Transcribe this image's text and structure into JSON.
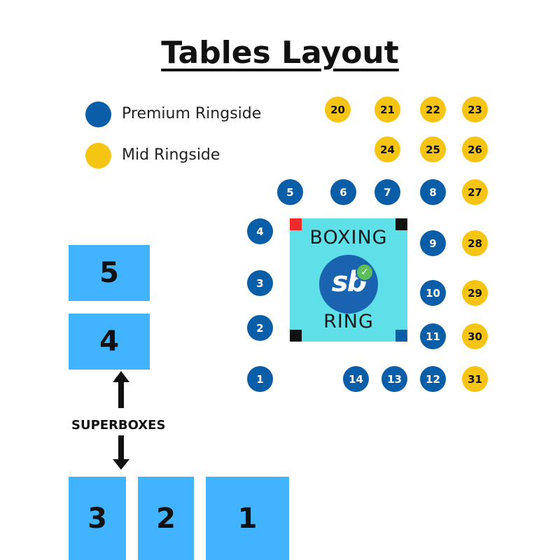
{
  "title": "Tables Layout",
  "colors": {
    "premium": "#0a5ea8",
    "mid": "#f6c514",
    "ring": "#5fdfe8",
    "superbox": "#42b4ff",
    "corner_red": "#ee2b2b",
    "corner_black": "#111111",
    "corner_blue": "#0a5ea8"
  },
  "legend": {
    "premium_label": "Premium Ringside",
    "mid_label": "Mid Ringside"
  },
  "ring": {
    "top_text": "BOXING",
    "bottom_text": "RING",
    "logo_text": "sb",
    "logo_check": "✓"
  },
  "premium_tables": [
    "1",
    "2",
    "3",
    "4",
    "5",
    "6",
    "7",
    "8",
    "9",
    "10",
    "11",
    "12",
    "13",
    "14"
  ],
  "mid_tables": [
    "20",
    "21",
    "22",
    "23",
    "24",
    "25",
    "26",
    "27",
    "28",
    "29",
    "30",
    "31"
  ],
  "superboxes": {
    "label": "SUPERBOXES",
    "boxes": [
      "1",
      "2",
      "3",
      "4",
      "5"
    ]
  }
}
